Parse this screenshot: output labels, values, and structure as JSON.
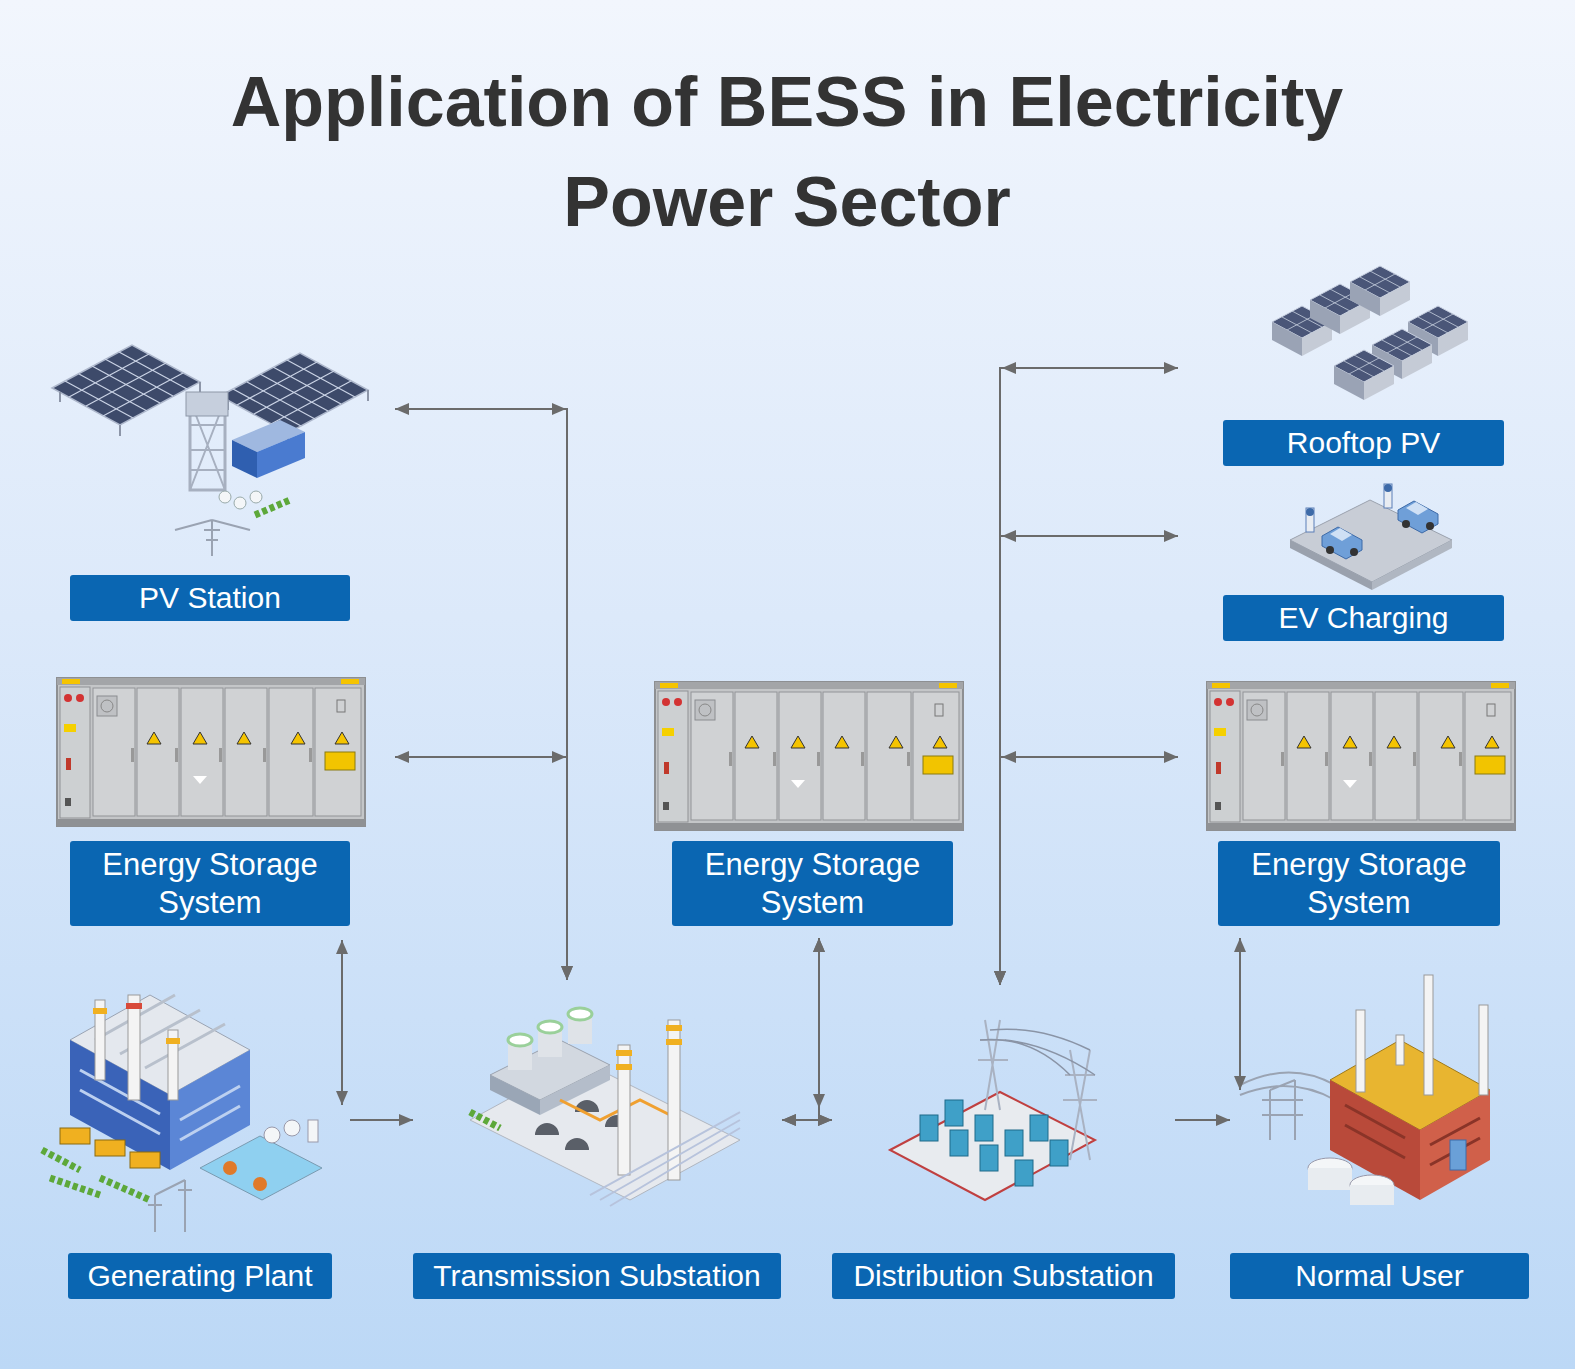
{
  "diagram": {
    "title": "Application of BESS in Electricity Power Sector",
    "nodes": [
      {
        "text": [
          "PV Station"
        ]
      },
      {
        "text": [
          "Rooftop PV"
        ]
      },
      {
        "text": [
          "EV Charging"
        ]
      },
      {
        "text": [
          "Energy Storage System"
        ]
      },
      {
        "text": [
          "Energy Storage System"
        ]
      },
      {
        "text": [
          "Energy Storage System"
        ]
      },
      {
        "text": [
          "Generating Plant"
        ]
      },
      {
        "text": [
          "Transmission Substation"
        ]
      },
      {
        "text": [
          "Distribution Substation"
        ]
      },
      {
        "text": [
          "Normal User"
        ]
      }
    ],
    "edges": [
      {
        "from": 0,
        "to": 7,
        "arrow": "both"
      },
      {
        "from": 3,
        "to": 7,
        "arrow": "both"
      },
      {
        "from": 3,
        "to": 6,
        "arrow": "both"
      },
      {
        "from": 6,
        "to": 7,
        "arrow": "to"
      },
      {
        "from": 7,
        "to": 8,
        "arrow": "both"
      },
      {
        "from": 4,
        "to": 7,
        "arrow": "both"
      },
      {
        "from": 4,
        "to": 8,
        "arrow": "both"
      },
      {
        "from": 1,
        "to": 8,
        "arrow": "both"
      },
      {
        "from": 2,
        "to": 8,
        "arrow": "both"
      },
      {
        "from": 5,
        "to": 8,
        "arrow": "both"
      },
      {
        "from": 8,
        "to": 9,
        "arrow": "to"
      },
      {
        "from": 5,
        "to": 9,
        "arrow": "both"
      }
    ]
  }
}
